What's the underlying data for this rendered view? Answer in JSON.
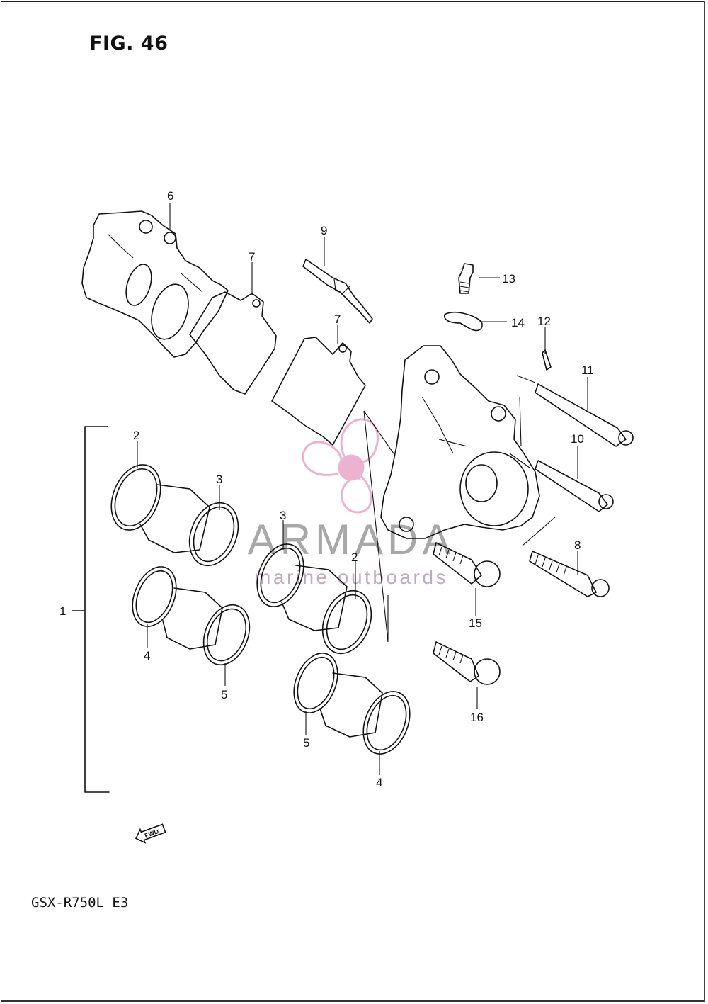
{
  "figure_title": "FIG. 46",
  "model_code": "GSX-R750L  E3",
  "fwd_label": "FWD",
  "watermark": {
    "brand": "ARMADA",
    "tagline": "marine outboards",
    "logo_color": "#e8a6c8",
    "text_color": "#9a9a9a"
  },
  "callouts": {
    "c1": "1",
    "c2a": "2",
    "c2b": "2",
    "c3a": "3",
    "c3b": "3",
    "c4a": "4",
    "c4b": "4",
    "c5a": "5",
    "c5b": "5",
    "c6": "6",
    "c7a": "7",
    "c7b": "7",
    "c8": "8",
    "c9": "9",
    "c10": "10",
    "c11": "11",
    "c12": "12",
    "c13": "13",
    "c14": "14",
    "c15": "15",
    "c16": "16"
  }
}
